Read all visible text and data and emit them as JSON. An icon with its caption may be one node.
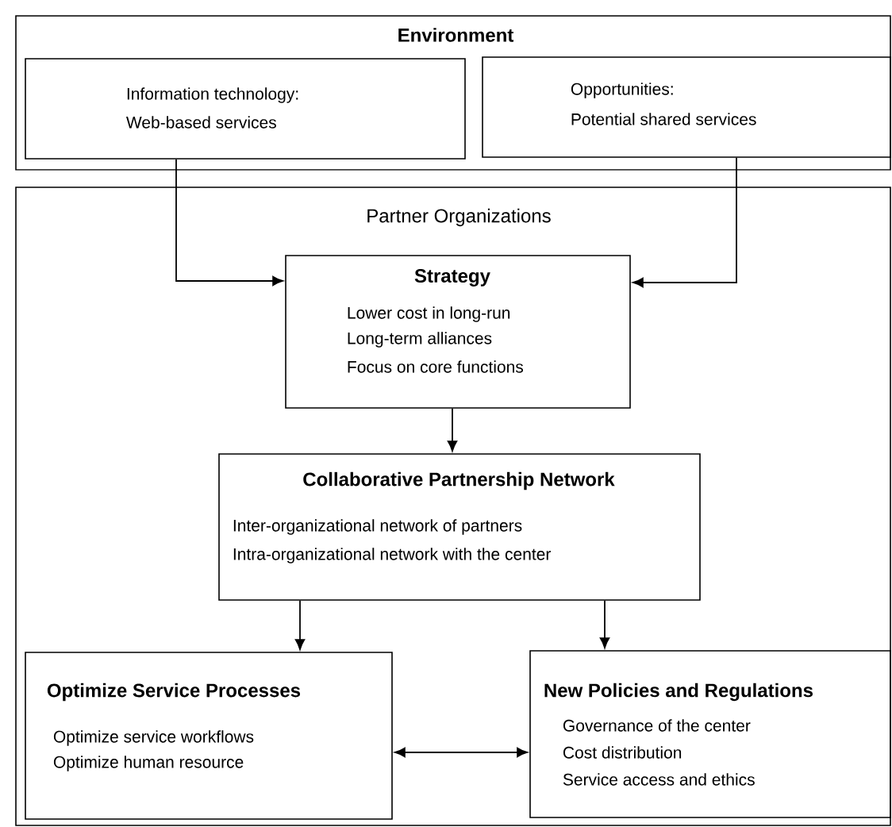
{
  "diagram": {
    "nodes": [
      {
        "text": [
          "Environment"
        ]
      },
      {
        "text": [
          "Information technology:",
          "Web-based services"
        ],
        "in": 0
      },
      {
        "text": [
          "Opportunities:",
          "Potential shared services"
        ],
        "in": 0
      },
      {
        "text": [
          "Partner Organizations"
        ]
      },
      {
        "text": [
          "Strategy",
          "Lower cost in long-run",
          "Long-term alliances",
          "Focus on core functions"
        ],
        "in": 3
      },
      {
        "text": [
          "Collaborative Partnership Network",
          "Inter-organizational network of partners",
          "Intra-organizational network with the center"
        ],
        "in": 3
      },
      {
        "text": [
          "Optimize Service Processes",
          "Optimize service workflows",
          "Optimize human resource"
        ],
        "in": 3
      },
      {
        "text": [
          "New Policies and Regulations",
          "Governance of the center",
          "Cost distribution",
          "Service access and ethics"
        ],
        "in": 3
      }
    ],
    "edges": [
      {
        "from": 1,
        "to": 4,
        "arrow": "to"
      },
      {
        "from": 2,
        "to": 4,
        "arrow": "to"
      },
      {
        "from": 4,
        "to": 5,
        "arrow": "to"
      },
      {
        "from": 5,
        "to": 6,
        "arrow": "to"
      },
      {
        "from": 5,
        "to": 7,
        "arrow": "to"
      },
      {
        "from": 6,
        "to": 7,
        "arrow": "both"
      }
    ]
  }
}
